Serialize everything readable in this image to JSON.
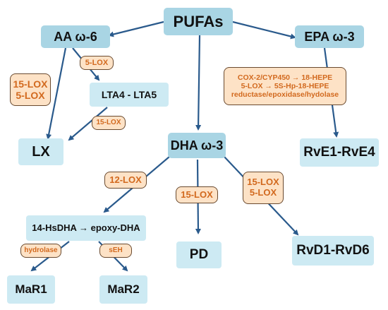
{
  "nodes": {
    "pufas": "PUFAs",
    "aa": "AA ω-6",
    "epa": "EPA ω-3",
    "dha": "DHA ω-3",
    "lta": "LTA4 - LTA5",
    "lx": "LX",
    "rve": "RvE1-RvE4",
    "hsdha": "14-HsDHA → epoxy-DHA",
    "pd": "PD",
    "rvd": "RvD1-RvD6",
    "mar1": "MaR1",
    "mar2": "MaR2"
  },
  "enzymes": {
    "lox5_aa": "5-LOX",
    "lox15_5_aa": [
      "15-LOX",
      "5-LOX"
    ],
    "lox15_lta": "15-LOX",
    "epa_path": [
      "COX-2/CYP450 → 18-HEPE",
      "5-LOX → 5S-Hp-18-HEPE",
      "reductase/epoxidase/hydolase"
    ],
    "lox12": "12-LOX",
    "lox15_dha": "15-LOX",
    "lox15_5_dha": [
      "15-LOX",
      "5-LOX"
    ],
    "hydrolase": "hydrolase",
    "seh": "sEH"
  },
  "colors": {
    "node_fill": "#cdeaf3",
    "node_fill_dark": "#a9d5e4",
    "enzyme_fill": "#fde2c6",
    "enzyme_text": "#d2691e",
    "arrow": "#2a5a8c"
  }
}
